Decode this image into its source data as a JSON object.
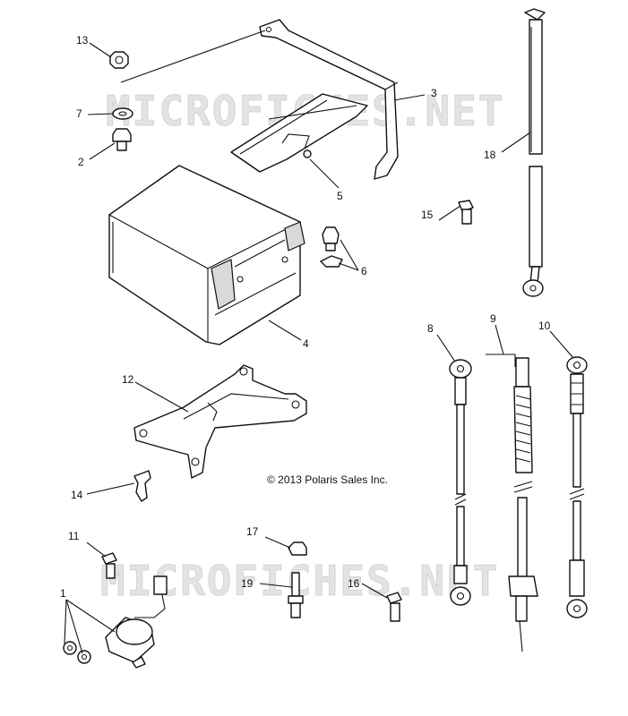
{
  "watermark": "MICROFICHES.NET",
  "copyright": "© 2013 Polaris Sales Inc.",
  "callouts": {
    "c1": "1",
    "c2": "2",
    "c3": "3",
    "c4": "4",
    "c5": "5",
    "c6": "6",
    "c7": "7",
    "c8": "8",
    "c9": "9",
    "c10": "10",
    "c11": "11",
    "c12": "12",
    "c13": "13",
    "c14": "14",
    "c15": "15",
    "c16": "16",
    "c17": "17",
    "c18": "18",
    "c19": "19"
  }
}
